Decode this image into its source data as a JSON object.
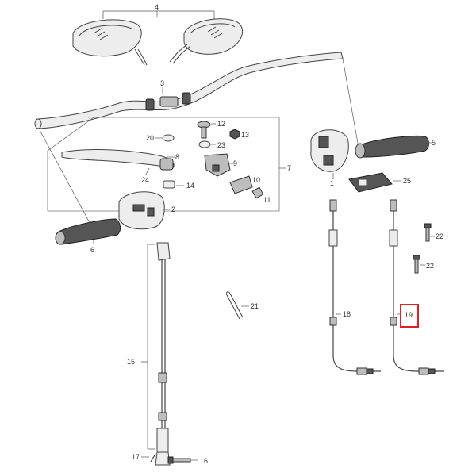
{
  "labels": {
    "p1": "1",
    "p2": "2",
    "p3": "3",
    "p4": "4",
    "p5": "5",
    "p6": "6",
    "p7": "7",
    "p8": "8",
    "p9": "9",
    "p10": "10",
    "p11": "11",
    "p12": "12",
    "p13": "13",
    "p14": "14",
    "p15": "15",
    "p16": "16",
    "p17": "17",
    "p18": "18",
    "p19": "19",
    "p20": "20",
    "p21": "21",
    "p22a": "22",
    "p22b": "22",
    "p23": "23",
    "p24": "24",
    "p25": "25"
  },
  "highlight": {
    "part": "19",
    "color": "#e0202a"
  }
}
